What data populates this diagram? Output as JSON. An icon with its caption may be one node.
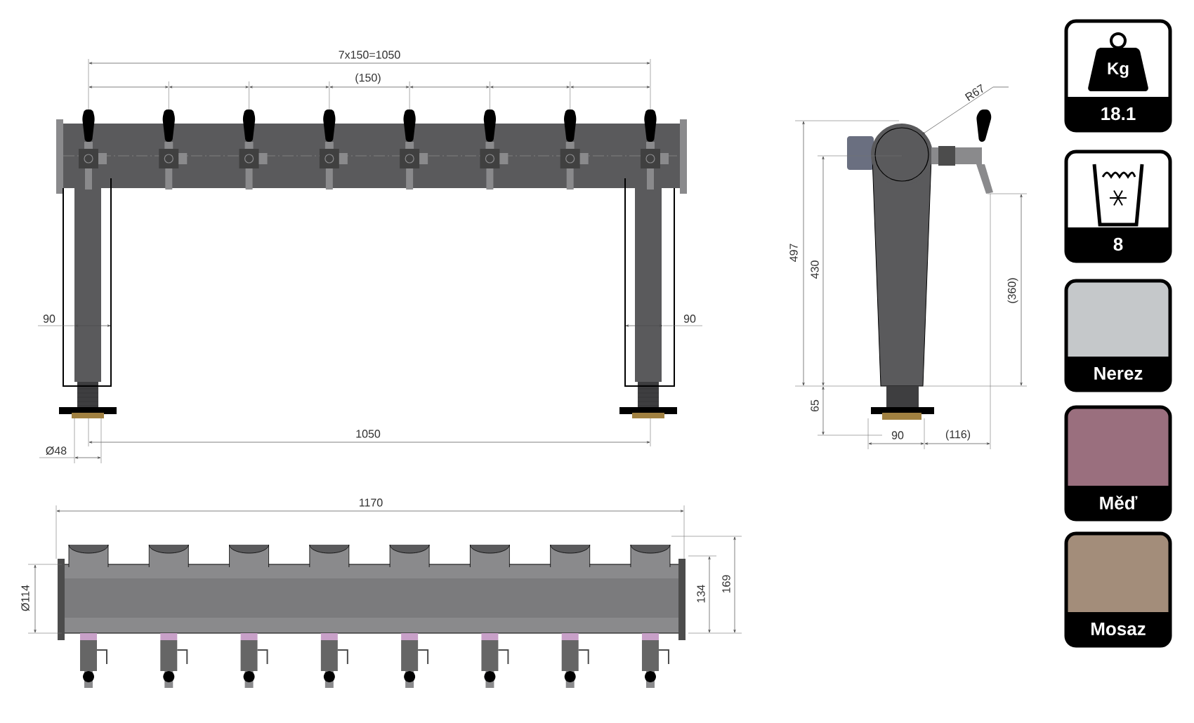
{
  "diagram": {
    "labels": [
      "7x150=1050",
      "(150)",
      "R67",
      "497",
      "430",
      "(360)",
      "90",
      "90",
      "65",
      "1050",
      "Ø48",
      "90",
      "(116)",
      "1170",
      "Ø114",
      "134",
      "169",
      "Kg",
      "18.1",
      "8"
    ],
    "legend": [
      {
        "text": "Nerez",
        "color": "#c5c8ca"
      },
      {
        "text": "Měď",
        "color": "#9a6f7e"
      },
      {
        "text": "Mosaz",
        "color": "#a38d7a"
      }
    ]
  }
}
